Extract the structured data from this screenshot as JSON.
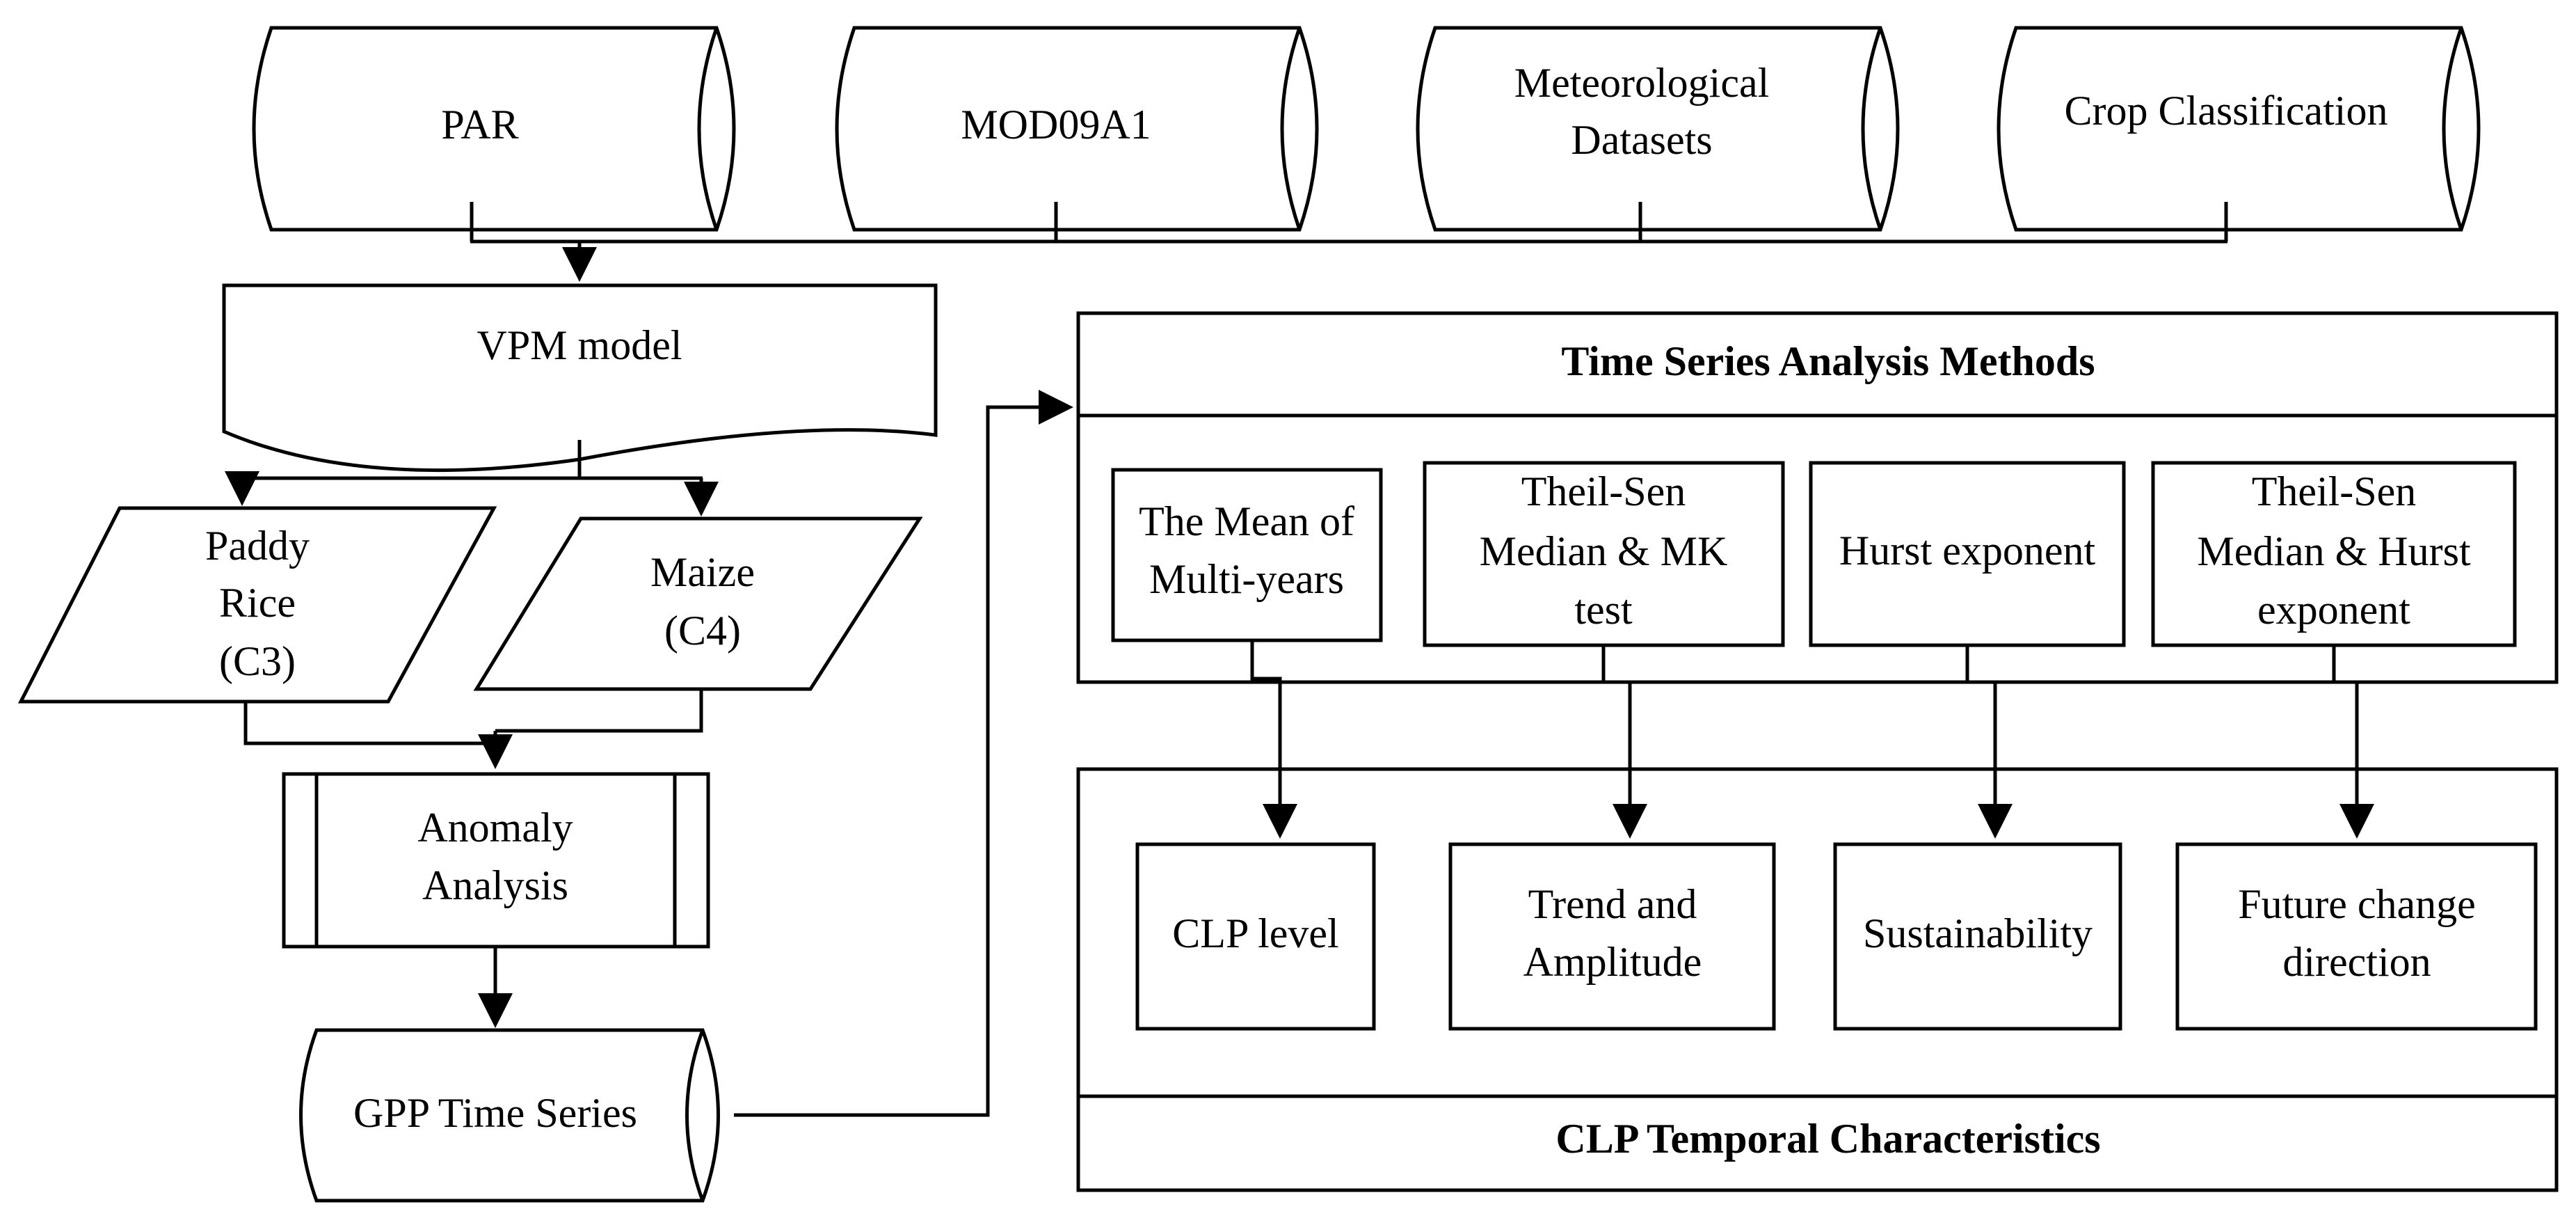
{
  "inputs": {
    "par": "PAR",
    "mod09a1": "MOD09A1",
    "meteo_line1": "Meteorological",
    "meteo_line2": "Datasets",
    "crop": "Crop Classification"
  },
  "model": {
    "vpm": "VPM model"
  },
  "crops": {
    "rice_line1": "Paddy",
    "rice_line2": "Rice",
    "rice_line3": "(C3)",
    "maize_line1": "Maize",
    "maize_line2": "(C4)"
  },
  "analysis": {
    "line1": "Anomaly",
    "line2": "Analysis"
  },
  "output": {
    "gpp": "GPP Time Series"
  },
  "methods": {
    "title": "Time Series Analysis Methods",
    "mean_line1": "The Mean of",
    "mean_line2": "Multi-years",
    "theil_mk_line1": "Theil-Sen",
    "theil_mk_line2": "Median & MK",
    "theil_mk_line3": "test",
    "hurst": "Hurst exponent",
    "theil_hurst_line1": "Theil-Sen",
    "theil_hurst_line2": "Median & Hurst",
    "theil_hurst_line3": "exponent"
  },
  "characteristics": {
    "title": "CLP Temporal Characteristics",
    "level": "CLP level",
    "trend_line1": "Trend and",
    "trend_line2": "Amplitude",
    "sustainability": "Sustainability",
    "future_line1": "Future change",
    "future_line2": "direction"
  }
}
